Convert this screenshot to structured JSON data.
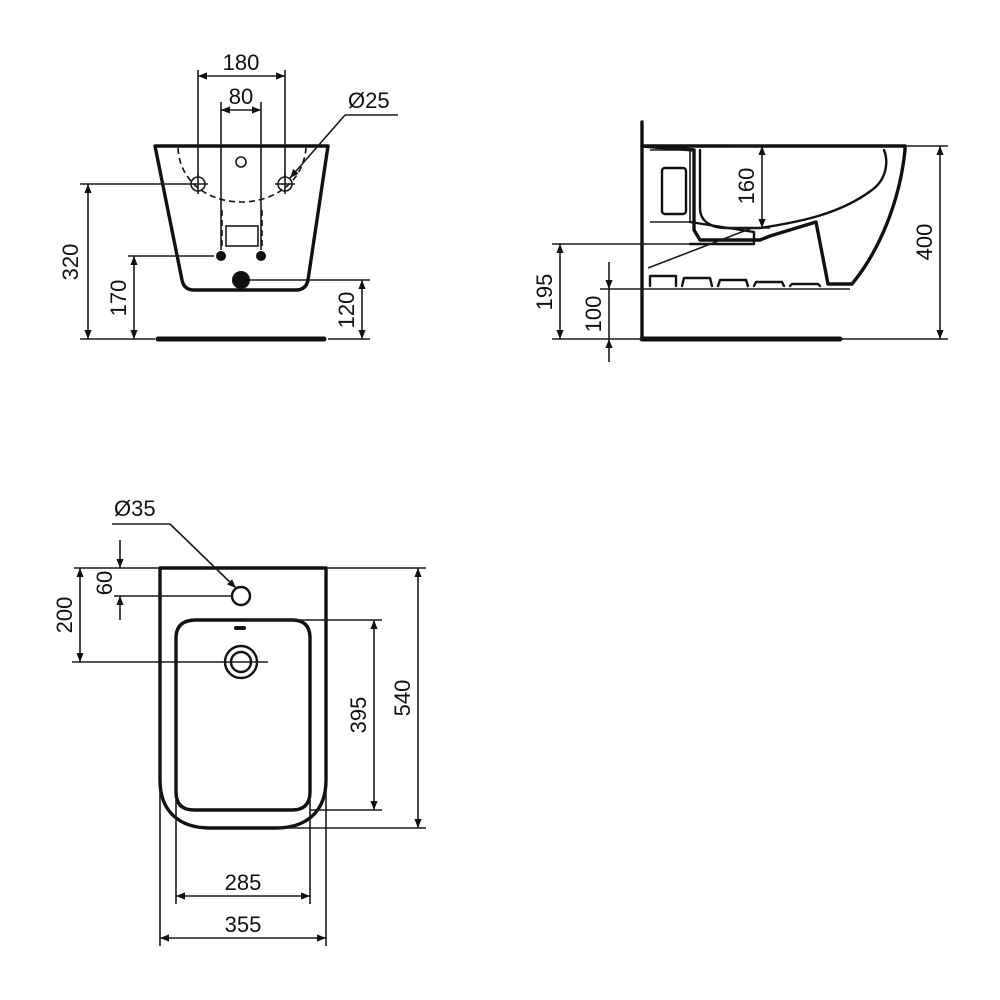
{
  "front_view": {
    "width_outer": "180",
    "width_inner": "80",
    "hole_diameter": "Ø25",
    "height_overall": "320",
    "height_outlet": "170",
    "height_waste": "120"
  },
  "side_view": {
    "bowl_depth": "160",
    "height_overall": "400",
    "fixing_height": "195",
    "base_height": "100"
  },
  "top_view": {
    "tap_hole_diameter": "Ø35",
    "tap_hole_offset": "60",
    "waste_offset": "200",
    "inner_length": "395",
    "overall_length": "540",
    "inner_width": "285",
    "overall_width": "355"
  }
}
